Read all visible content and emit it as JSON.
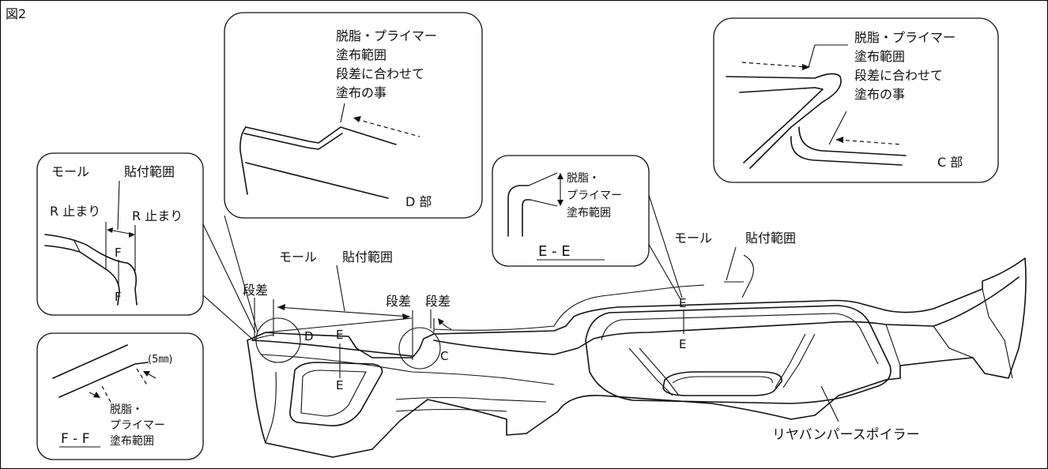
{
  "figure_label": "図2",
  "callout_d": {
    "note_line1": "脱脂・プライマー",
    "note_line2": "塗布範囲",
    "note_line3": "段差に合わせて",
    "note_line4": "塗布の事",
    "part_label": "D 部"
  },
  "callout_c": {
    "note_line1": "脱脂・プライマー",
    "note_line2": "塗布範囲",
    "note_line3": "段差に合わせて",
    "note_line4": "塗布の事",
    "part_label": "C 部"
  },
  "callout_ee": {
    "note_line1": "脱脂・",
    "note_line2": "プライマー",
    "note_line3": "塗布範囲",
    "section_label": "E - E"
  },
  "callout_mold": {
    "title_left": "モール",
    "title_right": "貼付範囲",
    "r_stop_left": "R 止まり",
    "r_stop_right": "R 止まり",
    "f_top": "F",
    "f_bottom": "F"
  },
  "callout_ff": {
    "dimension": "(5㎜)",
    "note_line1": "脱脂・",
    "note_line2": "プライマー",
    "note_line3": "塗布範囲",
    "section_label": "F - F"
  },
  "main": {
    "mold_left_a": "モール",
    "mold_left_b": "貼付範囲",
    "mold_right_a": "モール",
    "mold_right_b": "貼付範囲",
    "step_1": "段差",
    "step_2": "段差",
    "step_3": "段差",
    "marker_d": "D",
    "marker_c": "C",
    "marker_e_top_left": "E",
    "marker_e_bottom_left": "E",
    "marker_e_top_right": "E",
    "marker_e_bottom_right": "E",
    "part_name": "リヤバンパースポイラー"
  }
}
